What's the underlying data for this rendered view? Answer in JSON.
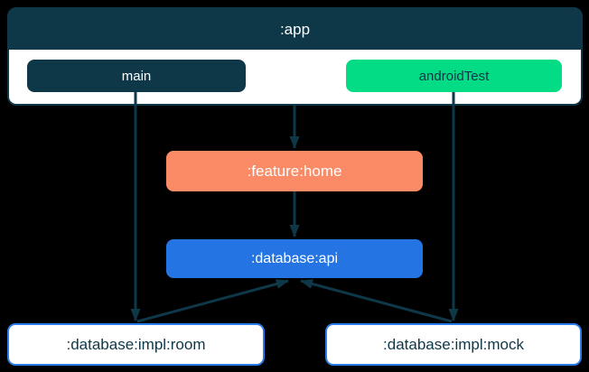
{
  "diagram": {
    "type": "module-dependency-graph",
    "nodes": {
      "app": {
        "label": ":app"
      },
      "main": {
        "label": "main"
      },
      "androidTest": {
        "label": "androidTest"
      },
      "feature_home": {
        "label": ":feature:home"
      },
      "database_api": {
        "label": ":database:api"
      },
      "database_impl_room": {
        "label": ":database:impl:room"
      },
      "database_impl_mock": {
        "label": ":database:impl:mock"
      }
    },
    "edges": [
      {
        "from": ":app",
        "to": ":feature:home"
      },
      {
        "from": ":feature:home",
        "to": ":database:api"
      },
      {
        "from": "main",
        "to": ":database:impl:room"
      },
      {
        "from": "androidTest",
        "to": ":database:impl:mock"
      },
      {
        "from": ":database:impl:room",
        "to": ":database:api"
      },
      {
        "from": ":database:impl:mock",
        "to": ":database:api"
      }
    ],
    "colors": {
      "navy": "#0e3748",
      "green": "#04dc85",
      "coral": "#fb8a66",
      "blue": "#2574e4",
      "blue_border": "#2b7ceb",
      "white": "#ffffff",
      "background": "#000000",
      "arrow": "#0e3748"
    }
  }
}
